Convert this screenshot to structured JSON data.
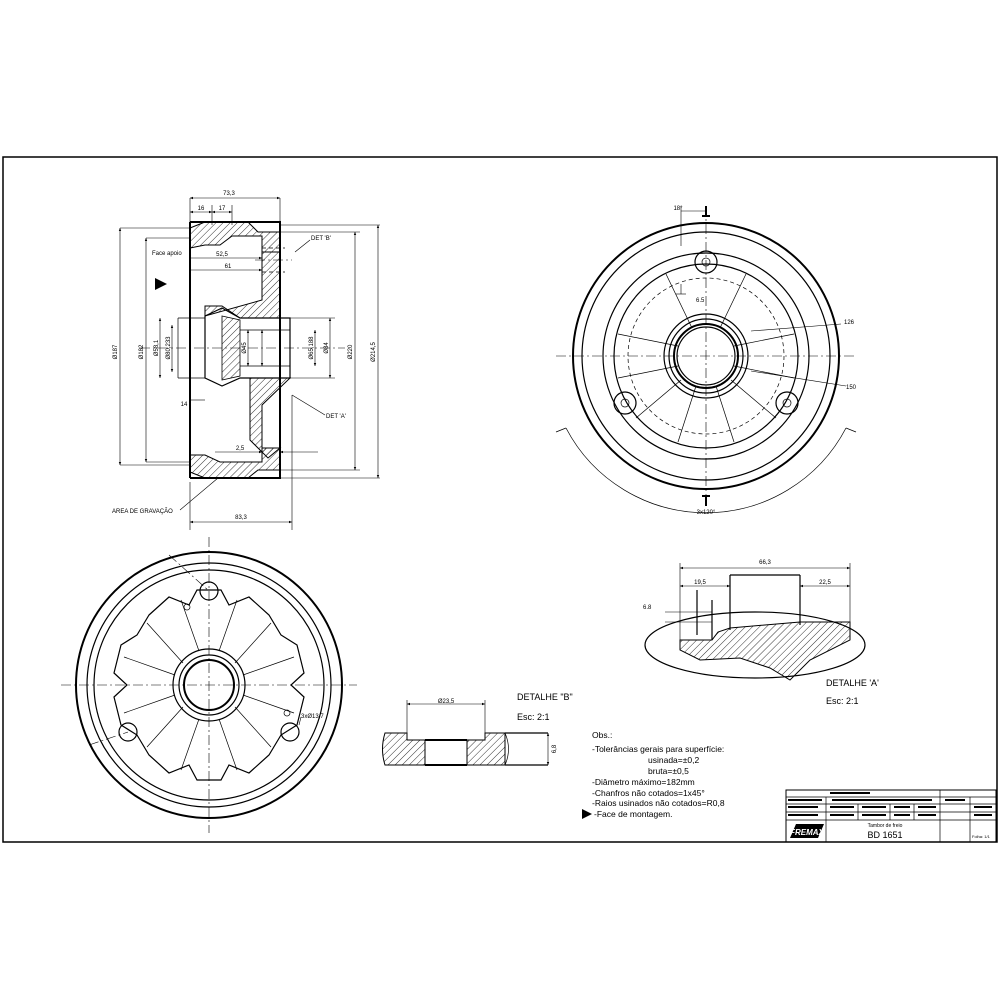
{
  "section_view": {
    "dims": {
      "d_73_3": "73,3",
      "d_16": "16",
      "d_17": "17",
      "d_52_5": "52,5",
      "d_61": "61",
      "d_14": "14",
      "d_2_5": "2,5",
      "d_83_3": "83,3",
      "dia_187": "Ø187",
      "dia_182": "Ø182",
      "dia_58": "Ø58,1",
      "dia_80": "Ø80,233",
      "dia_45": "Ø45",
      "dia_65": "Ø65,188",
      "dia_84": "Ø84",
      "dia_220": "Ø220",
      "dia_214": "Ø214,5"
    },
    "face_apoio_label": "Face apoio",
    "det_b_callout": "DET 'B'",
    "det_a_callout": "DET 'A'",
    "area_gravacao_label": "AREA DE GRAVAÇÃO"
  },
  "front_view": {
    "dims": {
      "angle_18": "18°",
      "d_6_5": "6.5",
      "r_126": "126",
      "r_150": "150",
      "holes_3x120": "3x120°"
    }
  },
  "back_view": {
    "holes_label": "3xØ13,7"
  },
  "detail_b": {
    "title": "DETALHE \"B\"",
    "scale": "Esc: 2:1",
    "dim_top": "Ø23,5",
    "dim_side": "6,8"
  },
  "detail_a": {
    "title": "DETALHE 'A'",
    "scale": "Esc: 2:1",
    "dim_top": "66,3",
    "dim_19": "19,5",
    "dim_22": "22,5",
    "dim_6_8": "6.8"
  },
  "notes": {
    "header": "Obs.:",
    "lines": [
      "-Tolerâncias gerais para superfície:",
      "usinada=±0,2",
      "bruta=±0,5",
      "-Diâmetro máximo=182mm",
      "-Chanfros não cotados=1x45°",
      "-Raios usinados não cotados=R0,8"
    ],
    "face_montagem": "-Face de montagem."
  },
  "title_block": {
    "drawing_name": "Tambor de freio",
    "part_number": "BD 1651",
    "logo_text": "FREMAX",
    "folha": "Folha: 1/1"
  }
}
